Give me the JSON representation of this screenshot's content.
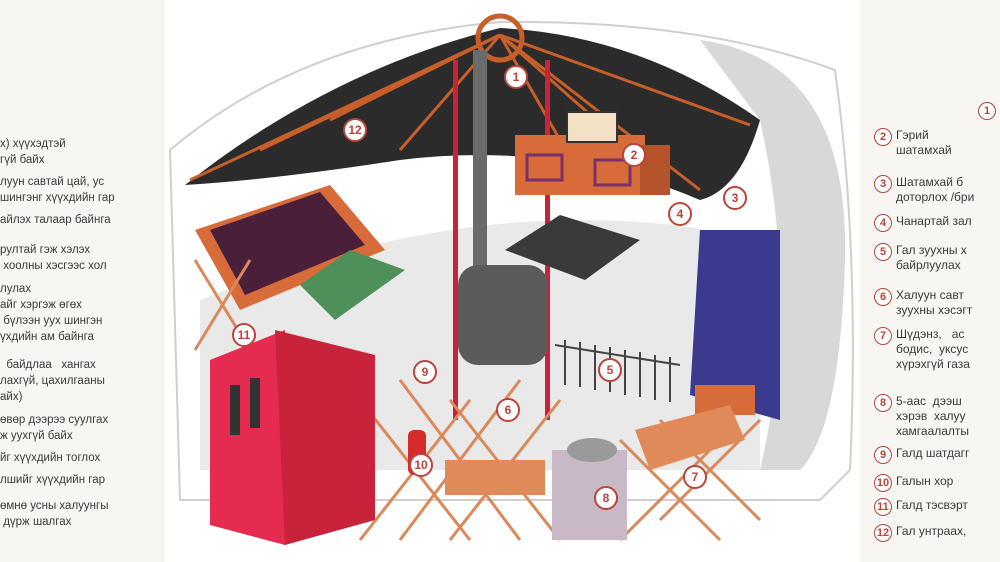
{
  "left_panel": {
    "lines": [
      "х) хүүхэдтэй",
      "гүй байх",
      "луун савтай цай, ус",
      "шингэнг хүүхдийн гар",
      "",
      "айлэх талаар байнга",
      "",
      "рултай гэж хэлэх",
      " хоолны хэсгээс хол",
      "",
      "лулах",
      "айг хэргэж өгөх",
      " бүлээн уух шингэн",
      "үхдийн ам байнга",
      "",
      "  байдлаа   хангах",
      "лахгүй, цахилгааны",
      "айх)",
      "өвөр дээрээ суулгах",
      "ж уухгүй байх",
      "йг хүүхдийн тоглох",
      "",
      "лшийг хүүхдийн гар",
      "",
      "өмнө усны халуунгы",
      " дүрж шалгах"
    ]
  },
  "right_panel": {
    "items": [
      {
        "num": "1",
        "text": ""
      },
      {
        "num": "2",
        "text": "Гэрий\nшатамхай"
      },
      {
        "num": "3",
        "text": "Шатамхай б\nдоторлох /бри"
      },
      {
        "num": "4",
        "text": "Чанартай зал"
      },
      {
        "num": "5",
        "text": "Гал зуухны х\nбайрлуулах"
      },
      {
        "num": "6",
        "text": "Халуун савт\nзуухны хэсэгт"
      },
      {
        "num": "7",
        "text": "Шүдэнз,   ас\nбодис,  уксус\nхүрэхгүй газа"
      },
      {
        "num": "8",
        "text": "5-аас  дээш\nхэрэв  халуу\nхамгаалалты"
      },
      {
        "num": "9",
        "text": "Галд шатдагг"
      },
      {
        "num": "10",
        "text": "Галын хор"
      },
      {
        "num": "11",
        "text": "Галд тэсвэрт"
      },
      {
        "num": "12",
        "text": "Гал унтраах,"
      }
    ]
  },
  "markers": [
    "1",
    "2",
    "3",
    "4",
    "5",
    "6",
    "7",
    "8",
    "9",
    "10",
    "11",
    "12"
  ],
  "colors": {
    "marker_red": "#b8443a",
    "roof_dark": "#2b2b2b",
    "roof_poles": "#c85f2a",
    "door_red": "#e52b50",
    "lattice": "#d9895a",
    "floor": "#e9e9e9",
    "stove": "#5b5b5b",
    "cabinet": "#d86b3a",
    "bed_blanket": "#3b3a8f",
    "rug": "#4a1f3a",
    "mat": "#4f8f5a"
  }
}
